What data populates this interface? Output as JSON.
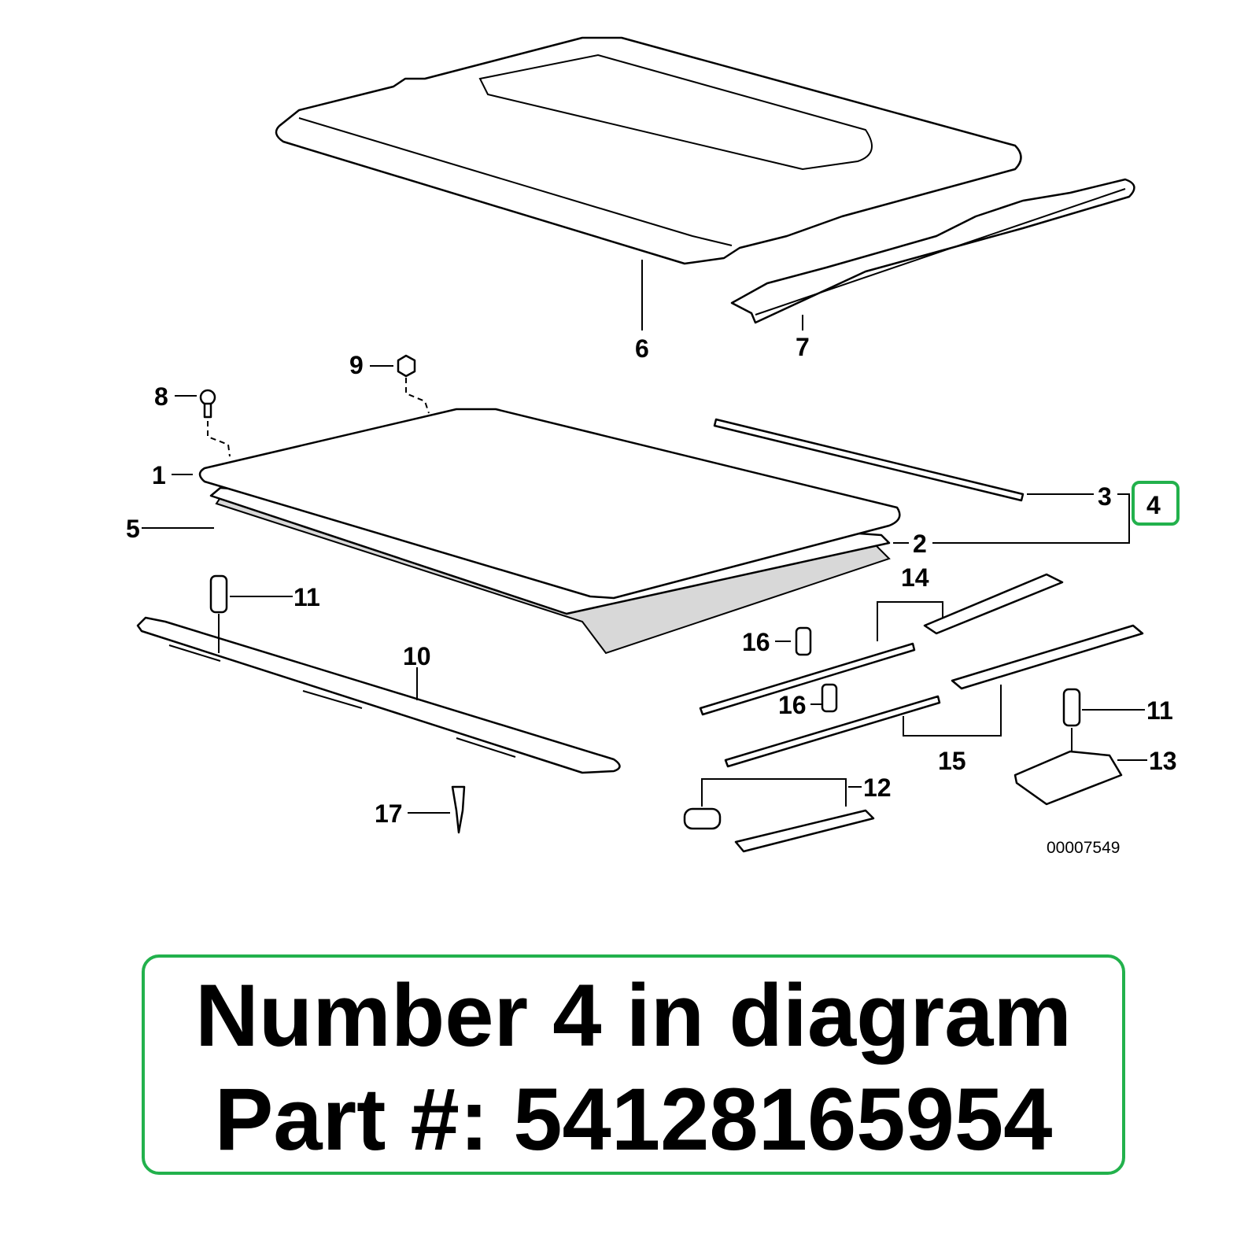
{
  "diagram": {
    "labels": {
      "p1": "1",
      "p2": "2",
      "p3": "3",
      "p4": "4",
      "p5": "5",
      "p6": "6",
      "p7": "7",
      "p8": "8",
      "p9": "9",
      "p10": "10",
      "p11a": "11",
      "p11b": "11",
      "p12": "12",
      "p13": "13",
      "p14": "14",
      "p15": "15",
      "p16a": "16",
      "p16b": "16",
      "p17": "17"
    },
    "diagram_code": "00007549",
    "highlighted_part": "4",
    "highlight_color": "#22b14c"
  },
  "callout": {
    "line1": "Number 4 in diagram",
    "line2": "Part #: 54128165954"
  }
}
